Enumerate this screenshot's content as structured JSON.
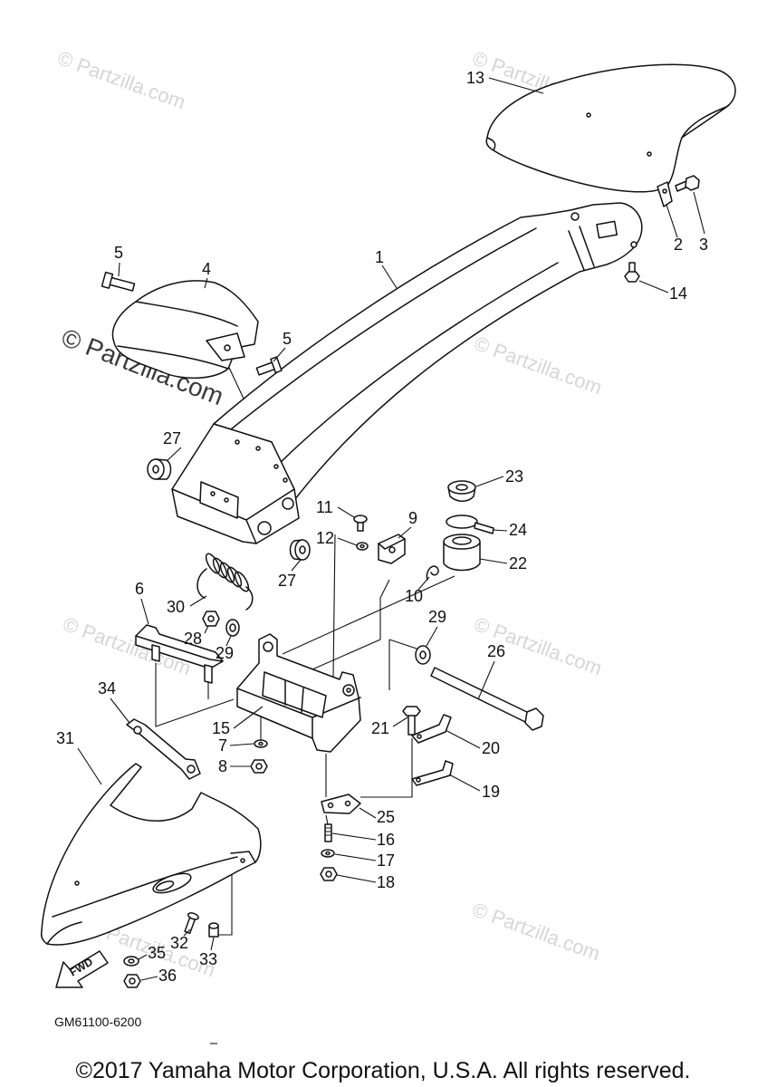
{
  "labels": {
    "p1": "1",
    "p2": "2",
    "p3": "3",
    "p4": "4",
    "p5a": "5",
    "p5b": "5",
    "p6": "6",
    "p7": "7",
    "p8": "8",
    "p9": "9",
    "p10": "10",
    "p11": "11",
    "p12": "12",
    "p13": "13",
    "p14": "14",
    "p15": "15",
    "p16": "16",
    "p17": "17",
    "p18": "18",
    "p19": "19",
    "p20": "20",
    "p21": "21",
    "p22": "22",
    "p23": "23",
    "p24": "24",
    "p25": "25",
    "p26": "26",
    "p27a": "27",
    "p27b": "27",
    "p28": "28",
    "p29a": "29",
    "p29b": "29",
    "p30": "30",
    "p31": "31",
    "p32": "32",
    "p33": "33",
    "p34": "34",
    "p35": "35",
    "p36": "36"
  },
  "fwd_label": "FWD",
  "drawing_code": "GM61100-6200",
  "watermark": "© Partzilla.com",
  "copyright": "©2017 Yamaha Motor Corporation, U.S.A. All rights reserved."
}
